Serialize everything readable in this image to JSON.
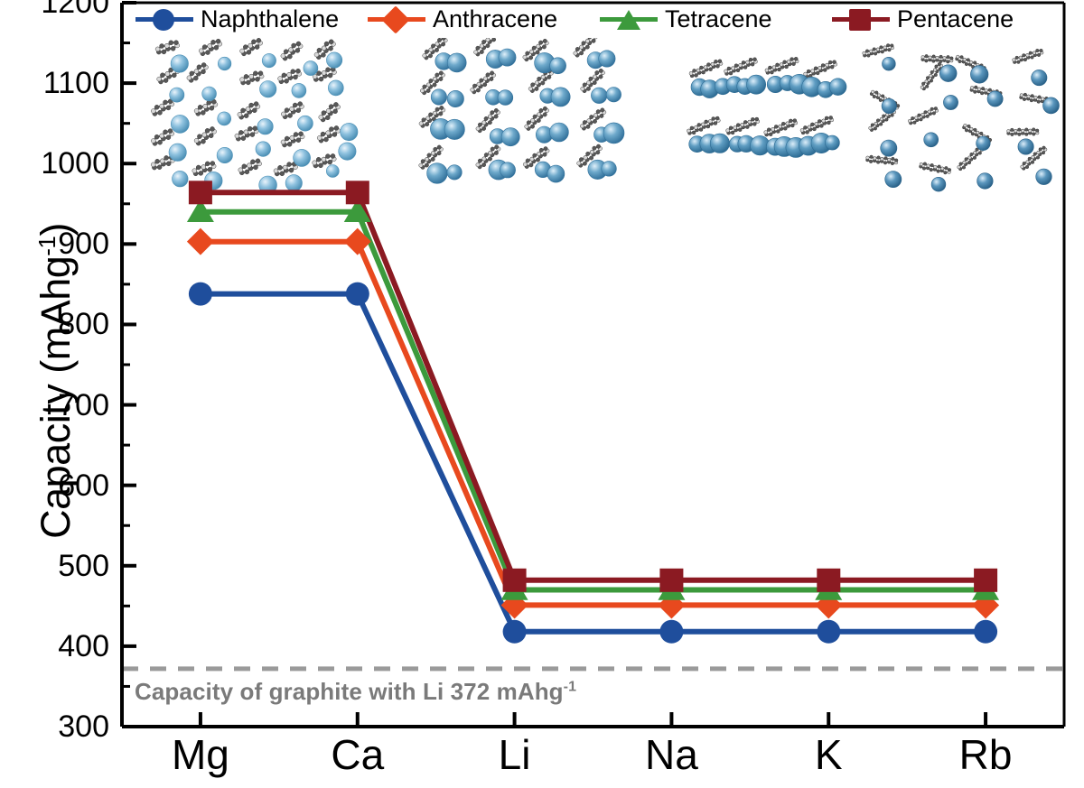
{
  "chart_data": {
    "type": "line",
    "title": "",
    "xlabel": "",
    "ylabel": "Capacity (mAhg-1)",
    "ylabel_base": "Capacity (mAhg",
    "ylabel_sup": "-1",
    "ylabel_tail": ")",
    "categories": [
      "Mg",
      "Ca",
      "Li",
      "Na",
      "K",
      "Rb"
    ],
    "ylim": [
      300,
      1200
    ],
    "ytick_values": [
      300,
      400,
      500,
      600,
      700,
      800,
      900,
      1000,
      1100,
      1200
    ],
    "ytick_labels": [
      "300",
      "400",
      "500",
      "600",
      "700",
      "800",
      "900",
      "1000",
      "1100",
      "1200"
    ],
    "yminor_step": 50,
    "grid": false,
    "legend_position": "top",
    "series": [
      {
        "name": "Naphthalene",
        "color": "#1F4E9C",
        "marker": "circle",
        "values": [
          838,
          838,
          418,
          418,
          418,
          418
        ]
      },
      {
        "name": "Anthracene",
        "color": "#E8491E",
        "marker": "diamond",
        "values": [
          903,
          903,
          451,
          451,
          451,
          451
        ]
      },
      {
        "name": "Tetracene",
        "color": "#3C9A3C",
        "marker": "triangle",
        "values": [
          940,
          940,
          470,
          470,
          470,
          470
        ]
      },
      {
        "name": "Pentacene",
        "color": "#8B1A22",
        "marker": "square",
        "values": [
          964,
          964,
          482,
          482,
          482,
          482
        ]
      }
    ],
    "reference_line": {
      "value": 372,
      "color": "#9a9a9a",
      "style": "dashed",
      "label": "Capacity of graphite with Li 372 mAhg-1",
      "label_base": "Capacity of graphite with Li 372 mAhg",
      "label_sup": "-1"
    },
    "insets": [
      {
        "name": "crystal-structure-mg",
        "caption": ""
      },
      {
        "name": "crystal-structure-ca",
        "caption": ""
      },
      {
        "name": "crystal-structure-li",
        "caption": ""
      },
      {
        "name": "crystal-structure-na",
        "caption": ""
      }
    ]
  }
}
